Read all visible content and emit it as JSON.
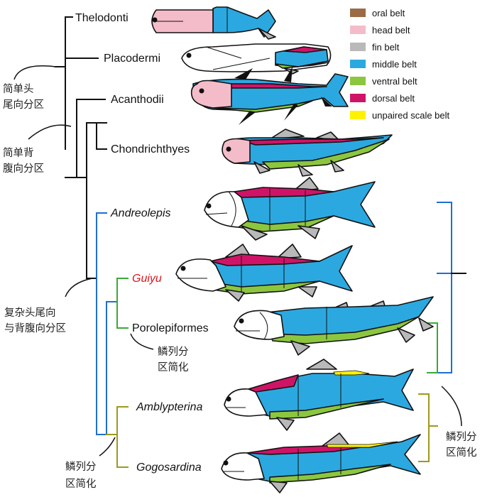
{
  "colors": {
    "oral": "#9a6b44",
    "head": "#f4bcc9",
    "fin": "#b9b9b9",
    "middle": "#2ca8e0",
    "ventral": "#8cc63f",
    "dorsal": "#cf1467",
    "unpaired": "#fff200",
    "tree_black": "#111111",
    "tree_blue": "#1f6fd0",
    "tree_green": "#3aaa35",
    "tree_olive": "#9c9a1a",
    "highlight_red": "#e0141b"
  },
  "legend": [
    {
      "label": "oral belt",
      "color": "#9a6b44"
    },
    {
      "label": "head belt",
      "color": "#f4bcc9"
    },
    {
      "label": "fin belt",
      "color": "#b9b9b9"
    },
    {
      "label": "middle belt",
      "color": "#2ca8e0"
    },
    {
      "label": "ventral belt",
      "color": "#8cc63f"
    },
    {
      "label": "dorsal belt",
      "color": "#cf1467"
    },
    {
      "label": "unpaired scale belt",
      "color": "#fff200"
    }
  ],
  "taxa": {
    "thelodonti": "Thelodonti",
    "placodermi": "Placodermi",
    "acanthodii": "Acanthodii",
    "chondrichthyes": "Chondrichthyes",
    "andreolepis": "Andreolepis",
    "guiyu": "Guiyu",
    "porolepiformes": "Porolepiformes",
    "amblypterina": "Amblypterina",
    "gogosardina": "Gogosardina"
  },
  "notes": {
    "simple_head_tail_1": "简单头",
    "simple_head_tail_2": "尾向分区",
    "simple_dorsal_ventral_1": "简单背",
    "simple_dorsal_ventral_2": "腹向分区",
    "complex_1": "复杂头尾向",
    "complex_2": "与背腹向分区",
    "scale_simplified_a_1": "鳞列分",
    "scale_simplified_a_2": "区简化",
    "scale_simplified_b_1": "鳞列分",
    "scale_simplified_b_2": "区简化",
    "scale_simplified_c_1": "鳞列分",
    "scale_simplified_c_2": "区简化"
  }
}
